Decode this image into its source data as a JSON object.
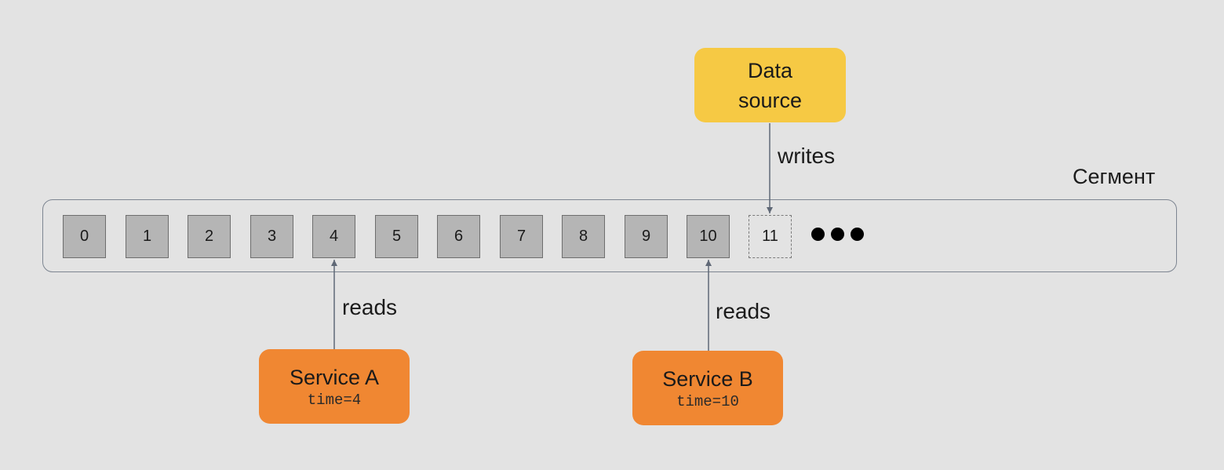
{
  "segment": {
    "label": "Сегмент",
    "cells": [
      "0",
      "1",
      "2",
      "3",
      "4",
      "5",
      "6",
      "7",
      "8",
      "9",
      "10"
    ],
    "pending_cell": "11"
  },
  "data_source": {
    "line1": "Data",
    "line2": "source",
    "color": "#f6c944"
  },
  "edges": {
    "writes": "writes",
    "reads_a": "reads",
    "reads_b": "reads"
  },
  "services": [
    {
      "name": "Service A",
      "time": "time=4",
      "color": "#f08732"
    },
    {
      "name": "Service B",
      "time": "time=10",
      "color": "#f08732"
    }
  ]
}
